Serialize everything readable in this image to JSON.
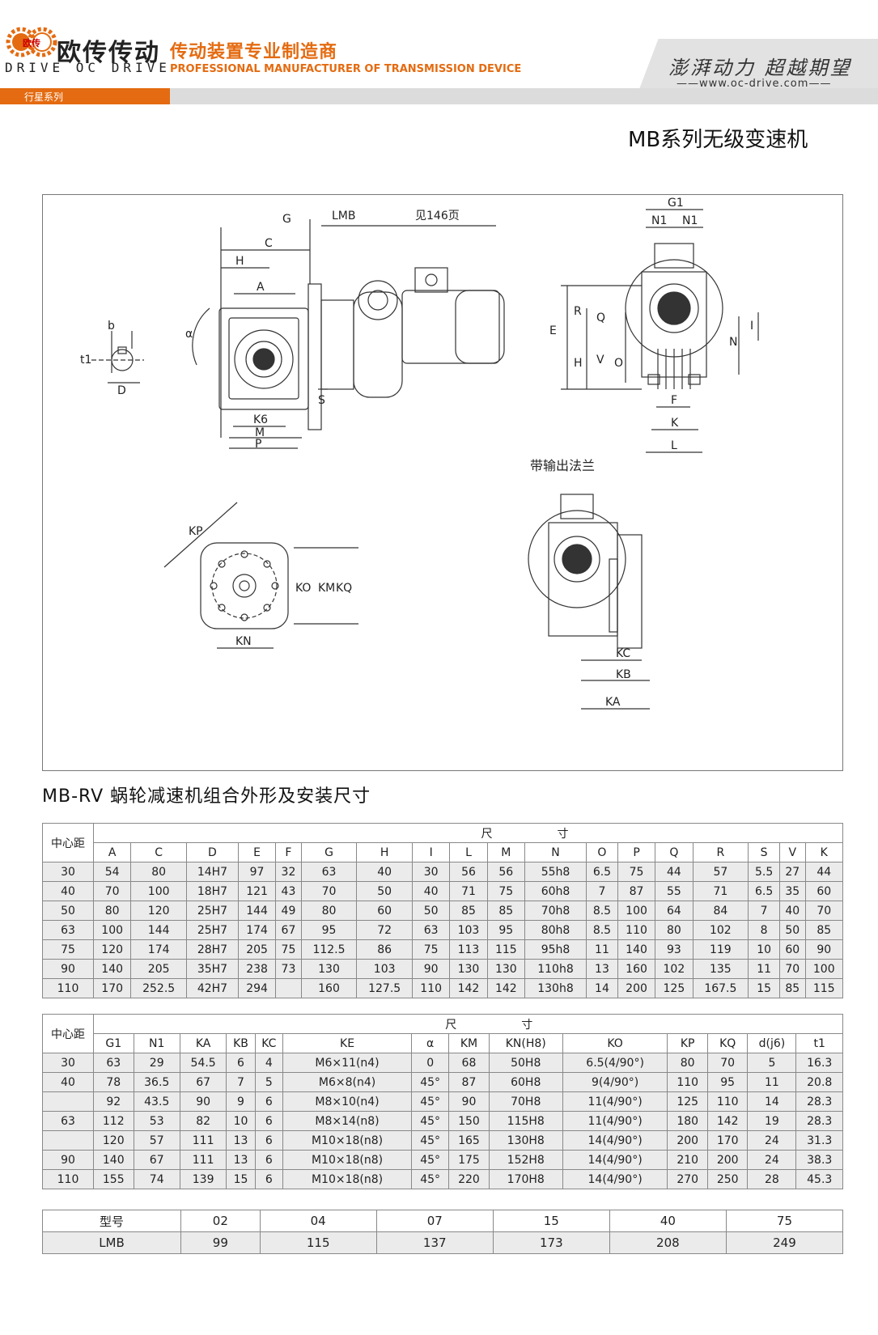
{
  "header": {
    "logo_text": "欧传",
    "brand_cn": "欧传传动",
    "brand_en": "DRIVE OC DRIVE",
    "tagline_cn": "传动装置专业制造商",
    "tagline_en": "PROFESSIONAL MANUFACTURER OF TRANSMISSION DEVICE",
    "series": "行星系列",
    "slogan": "澎湃动力 超越期望",
    "website": "www.oc-drive.com"
  },
  "page_title": "MB系列无级变速机",
  "drawing": {
    "labels_side": [
      "G",
      "C",
      "H",
      "A",
      "LMB",
      "见146页",
      "α",
      "S",
      "K6",
      "M",
      "P",
      "b",
      "t1",
      "D"
    ],
    "labels_front": [
      "G1",
      "N1",
      "N1",
      "E",
      "R",
      "Q",
      "H",
      "V",
      "O",
      "N",
      "I",
      "F",
      "K",
      "L"
    ],
    "labels_flange": [
      "KP",
      "KO",
      "KM",
      "KQ",
      "KN"
    ],
    "flange_caption": "带输出法兰",
    "labels_flange_side": [
      "KC",
      "KB",
      "KA"
    ]
  },
  "section_title": "MB-RV 蜗轮减速机组合外形及安装尺寸",
  "table1": {
    "corner": "中心距",
    "group_left": "尺",
    "group_right": "寸",
    "columns": [
      "A",
      "C",
      "D",
      "E",
      "F",
      "G",
      "H",
      "I",
      "L",
      "M",
      "N",
      "O",
      "P",
      "Q",
      "R",
      "S",
      "V",
      "K"
    ],
    "rows": [
      [
        "30",
        "54",
        "80",
        "14H7",
        "97",
        "32",
        "63",
        "40",
        "30",
        "56",
        "56",
        "55h8",
        "6.5",
        "75",
        "44",
        "57",
        "5.5",
        "27",
        "44"
      ],
      [
        "40",
        "70",
        "100",
        "18H7",
        "121",
        "43",
        "70",
        "50",
        "40",
        "71",
        "75",
        "60h8",
        "7",
        "87",
        "55",
        "71",
        "6.5",
        "35",
        "60"
      ],
      [
        "50",
        "80",
        "120",
        "25H7",
        "144",
        "49",
        "80",
        "60",
        "50",
        "85",
        "85",
        "70h8",
        "8.5",
        "100",
        "64",
        "84",
        "7",
        "40",
        "70"
      ],
      [
        "63",
        "100",
        "144",
        "25H7",
        "174",
        "67",
        "95",
        "72",
        "63",
        "103",
        "95",
        "80h8",
        "8.5",
        "110",
        "80",
        "102",
        "8",
        "50",
        "85"
      ],
      [
        "75",
        "120",
        "174",
        "28H7",
        "205",
        "75",
        "112.5",
        "86",
        "75",
        "113",
        "115",
        "95h8",
        "11",
        "140",
        "93",
        "119",
        "10",
        "60",
        "90"
      ],
      [
        "90",
        "140",
        "205",
        "35H7",
        "238",
        "73",
        "130",
        "103",
        "90",
        "130",
        "130",
        "110h8",
        "13",
        "160",
        "102",
        "135",
        "11",
        "70",
        "100"
      ],
      [
        "110",
        "170",
        "252.5",
        "42H7",
        "294",
        "",
        "160",
        "127.5",
        "110",
        "142",
        "142",
        "130h8",
        "14",
        "200",
        "125",
        "167.5",
        "15",
        "85",
        "115"
      ]
    ]
  },
  "table2": {
    "corner": "中心距",
    "group_left": "尺",
    "group_right": "寸",
    "columns": [
      "G1",
      "N1",
      "KA",
      "KB",
      "KC",
      "KE",
      "α",
      "KM",
      "KN(H8)",
      "KO",
      "KP",
      "KQ",
      "d(j6)",
      "t1"
    ],
    "rows": [
      [
        "30",
        "63",
        "29",
        "54.5",
        "6",
        "4",
        "M6×11(n4)",
        "0",
        "68",
        "50H8",
        "6.5(4/90°)",
        "80",
        "70",
        "5",
        "16.3"
      ],
      [
        "40",
        "78",
        "36.5",
        "67",
        "7",
        "5",
        "M6×8(n4)",
        "45°",
        "87",
        "60H8",
        "9(4/90°)",
        "110",
        "95",
        "11",
        "20.8"
      ],
      [
        "",
        "92",
        "43.5",
        "90",
        "9",
        "6",
        "M8×10(n4)",
        "45°",
        "90",
        "70H8",
        "11(4/90°)",
        "125",
        "110",
        "14",
        "28.3"
      ],
      [
        "63",
        "112",
        "53",
        "82",
        "10",
        "6",
        "M8×14(n8)",
        "45°",
        "150",
        "115H8",
        "11(4/90°)",
        "180",
        "142",
        "19",
        "28.3"
      ],
      [
        "",
        "120",
        "57",
        "111",
        "13",
        "6",
        "M10×18(n8)",
        "45°",
        "165",
        "130H8",
        "14(4/90°)",
        "200",
        "170",
        "24",
        "31.3"
      ],
      [
        "90",
        "140",
        "67",
        "111",
        "13",
        "6",
        "M10×18(n8)",
        "45°",
        "175",
        "152H8",
        "14(4/90°)",
        "210",
        "200",
        "24",
        "38.3"
      ],
      [
        "110",
        "155",
        "74",
        "139",
        "15",
        "6",
        "M10×18(n8)",
        "45°",
        "220",
        "170H8",
        "14(4/90°)",
        "270",
        "250",
        "28",
        "45.3"
      ]
    ]
  },
  "table3": {
    "row_labels": [
      "型号",
      "LMB"
    ],
    "models": [
      "02",
      "04",
      "07",
      "15",
      "40",
      "75"
    ],
    "lmb": [
      "99",
      "115",
      "137",
      "173",
      "208",
      "249"
    ]
  },
  "colors": {
    "accent": "#e46b11",
    "band": "#dcdcdc",
    "row_grey": "#ebebeb"
  }
}
